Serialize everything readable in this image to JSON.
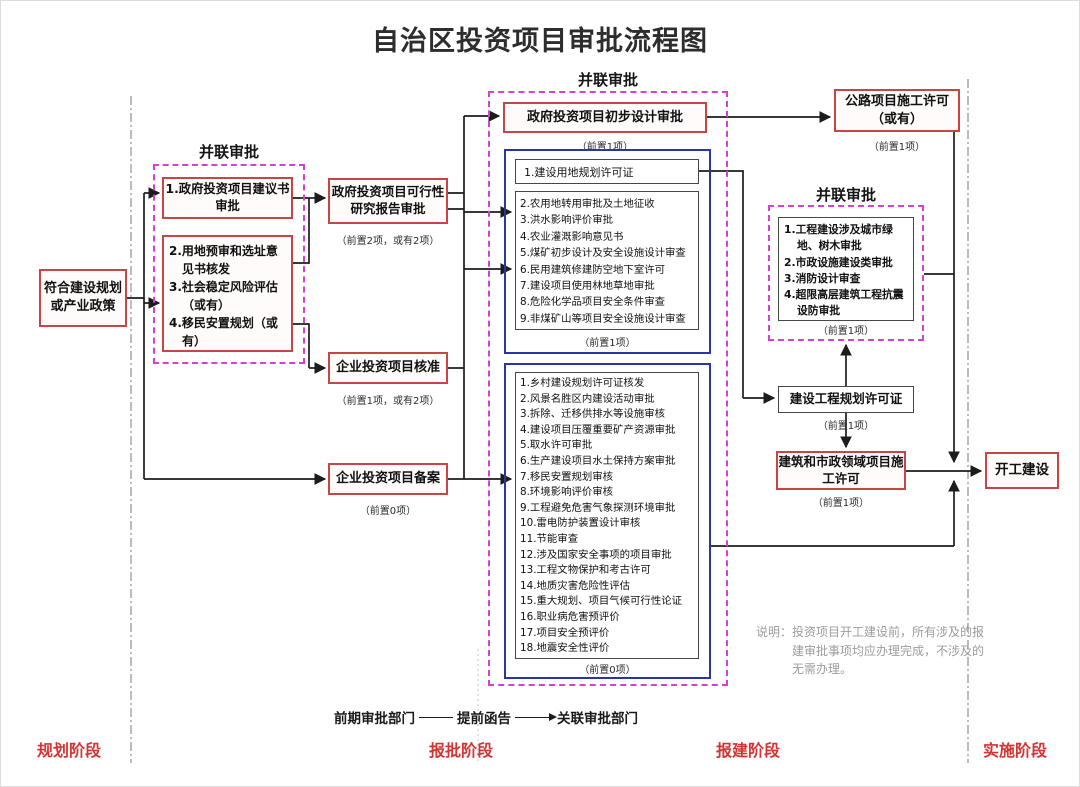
{
  "title": "自治区投资项目审批流程图",
  "start_box": {
    "label": "符合建设规划或产业政策"
  },
  "group1": {
    "label": "并联审批",
    "box1": "1.政府投资项目建议书审批",
    "box2_items": [
      "2.用地预审和选址意见书核发",
      "3.社会稳定风险评估（或有）",
      "4.移民安置规划（或有）"
    ]
  },
  "feasibility": {
    "label": "政府投资项目可行性研究报告审批",
    "note": "（前置2项，或有2项）"
  },
  "enterprise_approval": {
    "label": "企业投资项目核准",
    "note": "（前置1项，或有2项）"
  },
  "enterprise_filing": {
    "label": "企业投资项目备案",
    "note": "（前置0项）"
  },
  "group2": {
    "label": "并联审批",
    "prelim_design": {
      "label": "政府投资项目初步设计审批",
      "note": "（前置1项）"
    },
    "blue1": {
      "box1": "1.建设用地规划许可证",
      "items": [
        "2.农用地转用审批及土地征收",
        "3.洪水影响评价审批",
        "4.农业灌溉影响意见书",
        "5.煤矿初步设计及安全设施设计审查",
        "6.民用建筑修建防空地下室许可",
        "7.建设项目使用林地草地审批",
        "8.危险化学品项目安全条件审查",
        "9.非煤矿山等项目安全设施设计审查"
      ],
      "note": "（前置1项）"
    },
    "blue2": {
      "items": [
        "1.乡村建设规划许可证核发",
        "2.风景名胜区内建设活动审批",
        "3.拆除、迁移供排水等设施审核",
        "4.建设项目压覆重要矿产资源审批",
        "5.取水许可审批",
        "6.生产建设项目水土保持方案审批",
        "7.移民安置规划审核",
        "8.环境影响评价审核",
        "9.工程避免危害气象探测环境审批",
        "10.雷电防护装置设计审核",
        "11.节能审查",
        "12.涉及国家安全事项的项目审批",
        "13.工程文物保护和考古许可",
        "14.地质灾害危险性评估",
        "15.重大规划、项目气候可行性论证",
        "16.职业病危害预评价",
        "17.项目安全预评价",
        "18.地震安全性评价"
      ],
      "note": "（前置0项）"
    }
  },
  "highway_permit": {
    "label": "公路项目施工许可",
    "sub": "（或有）",
    "note": "（前置1项）"
  },
  "group3": {
    "label": "并联审批",
    "items": [
      "1.工程建设涉及城市绿地、树木审批",
      "2.市政设施建设类审批",
      "3.消防设计审查",
      "4.超限高层建筑工程抗震设防审批"
    ],
    "note": "（前置1项）"
  },
  "planning_permit": {
    "label": "建设工程规划许可证",
    "note": "（前置1项）"
  },
  "construction_permit": {
    "label": "建筑和市政领域项目施工许可",
    "note": "（前置1项）"
  },
  "start_construction": {
    "label": "开工建设"
  },
  "remark": "说明：投资项目开工建设前，所有涉及的报建审批事项均应办理完成，不涉及的无需办理。",
  "legend": {
    "pre_dept": "前期审批部门",
    "notice": "提前函告",
    "related_dept": "关联审批部门"
  },
  "phases": [
    "规划阶段",
    "报批阶段",
    "报建阶段",
    "实施阶段"
  ],
  "colors": {
    "red_border": "#c64545",
    "magenta_dashed": "#d341d3",
    "blue_border": "#2a35a5",
    "phase_red": "#d43434",
    "line": "#1c1c1c",
    "remark_gray": "#9c9c9c"
  }
}
